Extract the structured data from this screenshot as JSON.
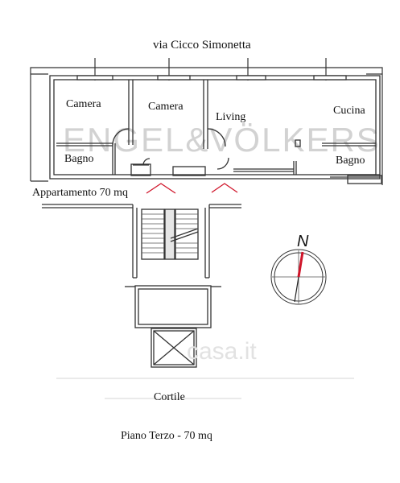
{
  "street_label": "via Cicco Simonetta",
  "rooms": {
    "camera_1": "Camera",
    "camera_2": "Camera",
    "living": "Living",
    "cucina": "Cucina",
    "bagno_1": "Bagno",
    "bagno_2": "Bagno"
  },
  "apartment_label": "Appartamento 70 mq",
  "courtyard_label": "Cortile",
  "floor_label": "Piano Terzo - 70 mq",
  "watermark": "ENGEL&VÖLKERS",
  "site_watermark": "casa.it",
  "compass": {
    "north_letter": "N",
    "needle_color": "#d0152a"
  },
  "colors": {
    "wall": "#333333",
    "entry_mark": "#d0152a"
  }
}
